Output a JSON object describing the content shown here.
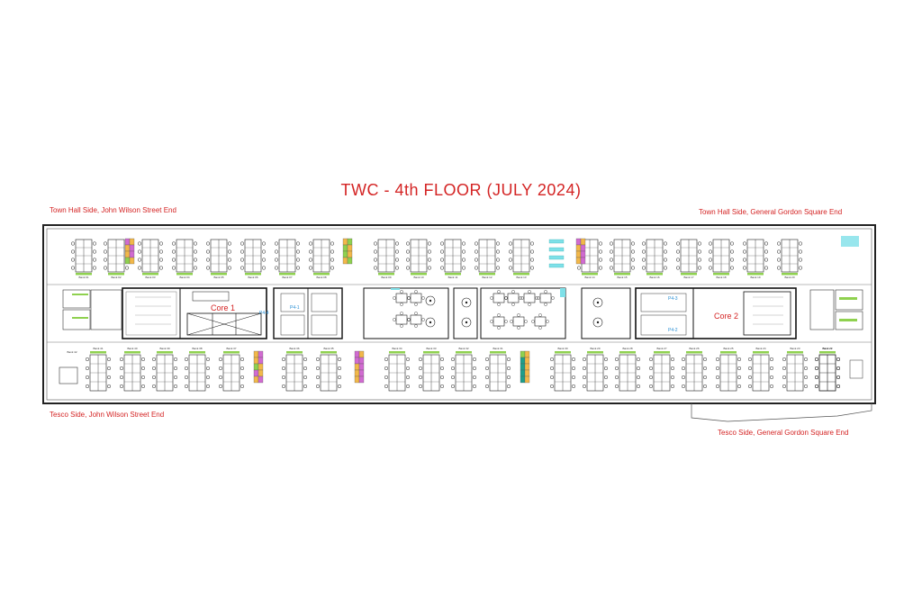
{
  "title": "TWC - 4th FLOOR (JULY 2024)",
  "corners": {
    "top_left": "Town Hall Side, John Wilson Street End",
    "top_right": "Town Hall Side, General Gordon Square End",
    "bottom_left": "Tesco Side, John Wilson Street End",
    "bottom_right": "Tesco Side, General Gordon Square End"
  },
  "cores": {
    "left": "Core 1",
    "right": "Core 2"
  },
  "pods": {
    "p1": "P4-1",
    "p2": "P4-2",
    "p3": "P4-3",
    "p4": "P4-4"
  },
  "banks_top": [
    "Bank 01",
    "Bank 02",
    "Bank 03",
    "Bank 04",
    "Bank 05",
    "Bank 06",
    "Bank 07",
    "Bank 08",
    "Bank 09",
    "Bank 10",
    "Bank 11",
    "Bank 12",
    "Bank 13",
    "Bank 14",
    "Bank 15",
    "Bank 16",
    "Bank 17",
    "Bank 18",
    "Bank 19",
    "Bank 20"
  ],
  "banks_bottom": [
    "Bank 42",
    "Bank 41",
    "Bank 40",
    "Bank 39",
    "Bank 38",
    "Bank 37",
    "Bank 36",
    "Bank 35",
    "Bank 34",
    "Bank 33",
    "Bank 32",
    "Bank 31",
    "Bank 30",
    "Bank 29",
    "Bank 28",
    "Bank 27",
    "Bank 26",
    "Bank 25",
    "Bank 24",
    "Bank 23",
    "Bank 22",
    "Bank 21"
  ],
  "colors": {
    "accent_red": "#d42424",
    "wall": "#222222",
    "desk_green": "#8fd14f",
    "locker_purple": "#d16bd1",
    "locker_orange": "#f2b84a",
    "cyan": "#7ee0e8",
    "teal": "#1f9e8a",
    "blue": "#2a8fd4"
  }
}
